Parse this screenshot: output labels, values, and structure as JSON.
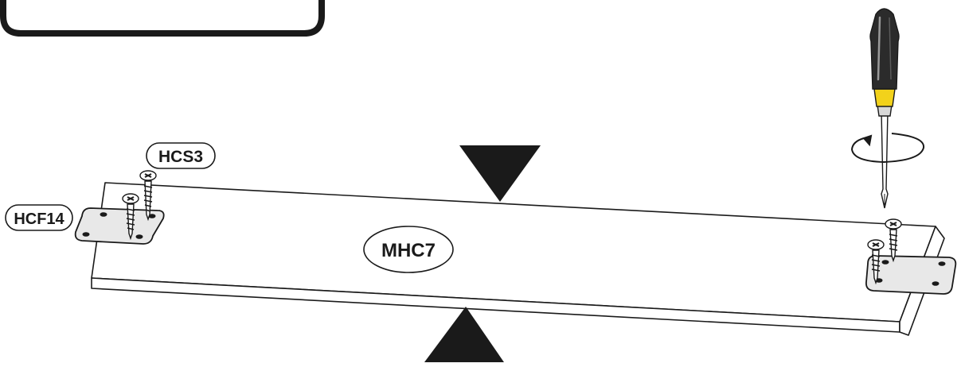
{
  "labels": {
    "board": "MHC7",
    "screw": "HCS3",
    "bracket": "HCF14"
  },
  "colors": {
    "ink": "#1a1a1a",
    "background": "#ffffff",
    "handle_dark": "#2b2b2b",
    "handle_band": "#f2d21b",
    "plate": "#e8e8e8"
  },
  "icons": [
    "screwdriver-icon",
    "rotation-arrow-icon",
    "arrow-down-icon",
    "arrow-up-icon",
    "screw-icon",
    "bracket-plate-icon"
  ]
}
